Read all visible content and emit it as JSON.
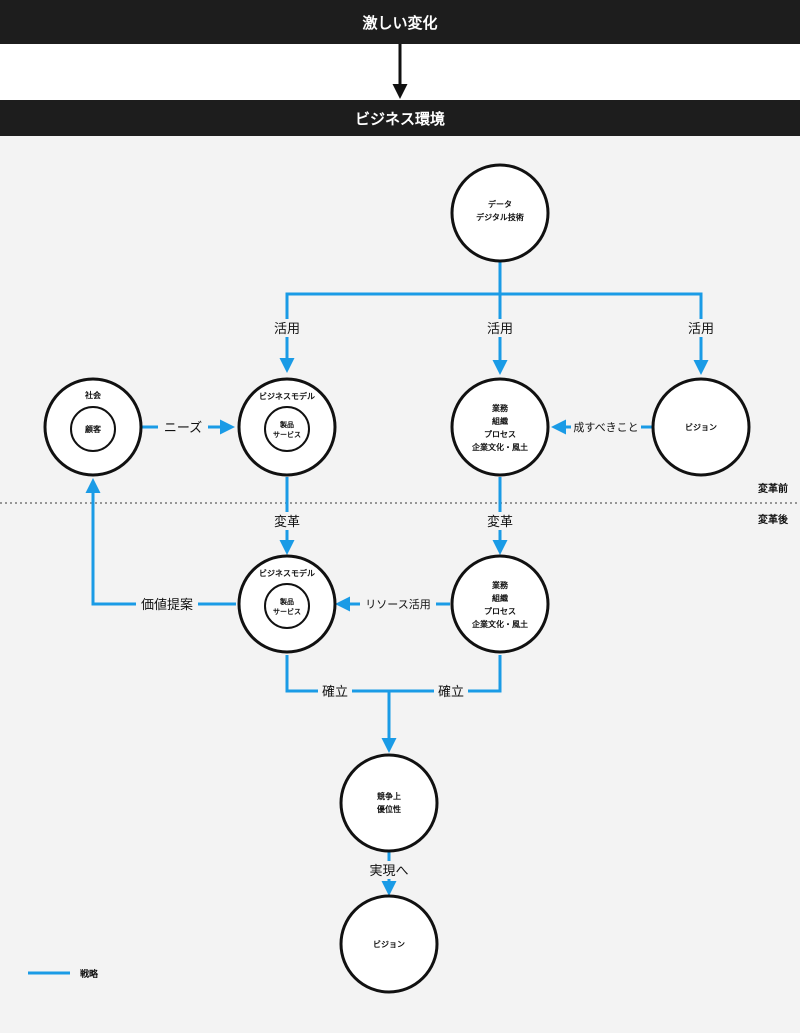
{
  "header": {
    "top_band": "激しい変化",
    "environment_band": "ビジネス環境"
  },
  "nodes": {
    "data_tech": [
      "データ",
      "デジタル技術"
    ],
    "society_outer": "社会",
    "society_inner": "顧客",
    "bizmodel_before_outer": "ビジネスモデル",
    "bizmodel_before_inner": [
      "製品",
      "サービス"
    ],
    "ops_before": [
      "業務",
      "組織",
      "プロセス",
      "企業文化・風土"
    ],
    "vision_top": "ビジョン",
    "bizmodel_after_outer": "ビジネスモデル",
    "bizmodel_after_inner": [
      "製品",
      "サービス"
    ],
    "ops_after": [
      "業務",
      "組織",
      "プロセス",
      "企業文化・風土"
    ],
    "advantage": [
      "競争上",
      "優位性"
    ],
    "vision_bottom": "ビジョン"
  },
  "edges": {
    "utilize_1": "活用",
    "utilize_2": "活用",
    "utilize_3": "活用",
    "needs": "ニーズ",
    "must_do": "成すべきこと",
    "reform_1": "変革",
    "reform_2": "変革",
    "value_proposal": "価値提案",
    "resource_use": "リソース活用",
    "establish_1": "確立",
    "establish_2": "確立",
    "realize": "実現へ"
  },
  "divider": {
    "before": "変革前",
    "after": "変革後"
  },
  "legend": {
    "strategy": "戦略"
  },
  "colors": {
    "band": "#1d1d1d",
    "background": "#f3f3f3",
    "strategy_arrow": "#1a9be6",
    "node_stroke": "#111111"
  }
}
